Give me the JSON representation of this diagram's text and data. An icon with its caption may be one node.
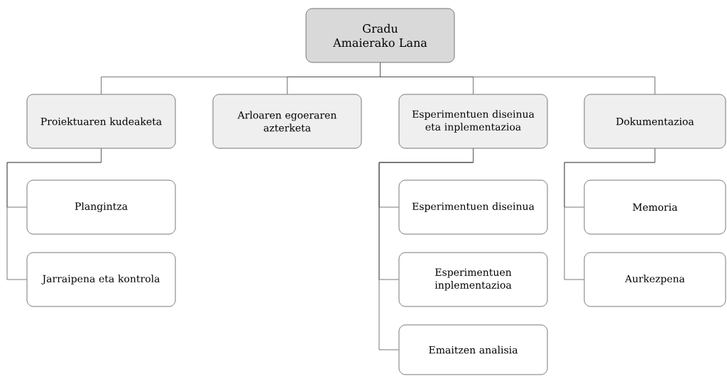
{
  "diagram": {
    "nodes": [
      {
        "text": [
          "Gradu Amaierako Lana"
        ]
      },
      {
        "text": [
          "Proiektuaren kudeaketa"
        ]
      },
      {
        "text": [
          "Arloaren egoeraren azterketa"
        ]
      },
      {
        "text": [
          "Esperimentuen diseinua eta inplementazioa"
        ]
      },
      {
        "text": [
          "Dokumentazioa"
        ]
      },
      {
        "text": [
          "Plangintza"
        ]
      },
      {
        "text": [
          "Jarraipena eta kontrola"
        ]
      },
      {
        "text": [
          "Esperimentuen diseinua"
        ]
      },
      {
        "text": [
          "Esperimentuen inplementazioa"
        ]
      },
      {
        "text": [
          "Emaitzen analisia"
        ]
      },
      {
        "text": [
          "Memoria"
        ]
      },
      {
        "text": [
          "Aurkezpena"
        ]
      }
    ],
    "edges": [
      {
        "from": 0,
        "to": 1,
        "arrow": "none"
      },
      {
        "from": 0,
        "to": 2,
        "arrow": "none"
      },
      {
        "from": 0,
        "to": 3,
        "arrow": "none"
      },
      {
        "from": 0,
        "to": 4,
        "arrow": "none"
      },
      {
        "from": 1,
        "to": 5,
        "arrow": "none"
      },
      {
        "from": 1,
        "to": 6,
        "arrow": "none"
      },
      {
        "from": 3,
        "to": 7,
        "arrow": "none"
      },
      {
        "from": 3,
        "to": 8,
        "arrow": "none"
      },
      {
        "from": 3,
        "to": 9,
        "arrow": "none"
      },
      {
        "from": 4,
        "to": 10,
        "arrow": "none"
      },
      {
        "from": 4,
        "to": 11,
        "arrow": "none"
      }
    ]
  }
}
